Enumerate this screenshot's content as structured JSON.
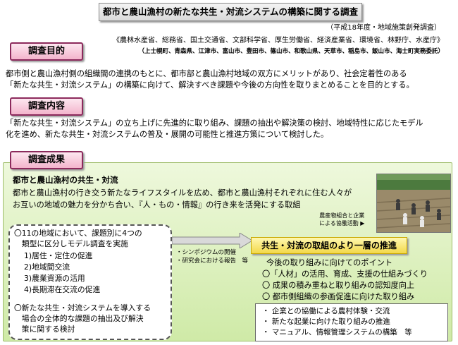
{
  "header": {
    "title": "都市と農山漁村の新たな共生・対流システムの構築に関する調査",
    "subtitle": "（平成18年度・地域施策創発調査）",
    "ministries": "《農林水産省、総務省、国土交通省、文部科学省、厚生労働省、経済産業省、環境省、林野庁、水産庁》",
    "cities": "（上士幌町、青森県、江津市、富山市、豊田市、篠山市、和歌山県、天草市、稲島市、飯山市、海士町実務委託）"
  },
  "purpose": {
    "label": "調査目的",
    "lines": [
      "都市側と農山漁村側の組織間の連携のもとに、都市部と農山漁村地域の双方にメリットがあり、社会定着性のある",
      "「新たな共生・対流システム」の構築に向けて、解決すべき課題や今後の方向性を取りまとめることを目的とする。"
    ]
  },
  "content": {
    "label": "調査内容",
    "lines": [
      "「新たな共生・対流システム」の立ち上げに先進的に取り組み、課題の抽出や解決策の検討、地域特性に応じたモデル",
      "化を進め、新たな共生・対流システムの普及・展開の可能性と推進方策について検討した。"
    ]
  },
  "results": {
    "label": "調査成果",
    "heading": "都市と農山漁村の共生・対流",
    "lines": [
      "都市と農山漁村の行き交う新たなライフスタイルを広め、都市と農山漁村それぞれに住む人々が",
      "お互いの地域の魅力を分かち合い、『人・もの・情報』の行き来を活発にする取組"
    ],
    "photo_caption_1": "農産物組合と企業",
    "photo_caption_2": "による協働活動 ▶",
    "left_box": {
      "intro_1": "〇11の地域において、課題別に4つの",
      "intro_2": "　類型に区分しモデル調査を実施",
      "items": [
        "1)居住・定住の促進",
        "2)地域間交流",
        "3)農業資源の活用",
        "4)長期滞在交流の促進"
      ],
      "outro_1": "〇新たな共生・対流システムを導入する",
      "outro_2": "　場合の全体的な課題の抽出及び解決",
      "outro_3": "　策に関する検討"
    },
    "arrow_note_1": "・シンポジウムの開催",
    "arrow_note_2": "・研究会における報告　等",
    "highlight": "共生・対流の取組のより一層の推進",
    "points_intro": "今後の取り組みに向けてのポイント",
    "points": [
      "〇「人材」の活用、育成、支援の仕組みづくり",
      "〇 成果の積み重ねと取り組みの認知度向上",
      "〇 都市側組織の参画促進に向けた取り組み"
    ],
    "bullets": [
      "・ 企業との協働による農村体験・交流",
      "・ 新たな起業に向けた取り組みの推進",
      "・ マニュアル、情報管理システムの構築　等"
    ]
  }
}
